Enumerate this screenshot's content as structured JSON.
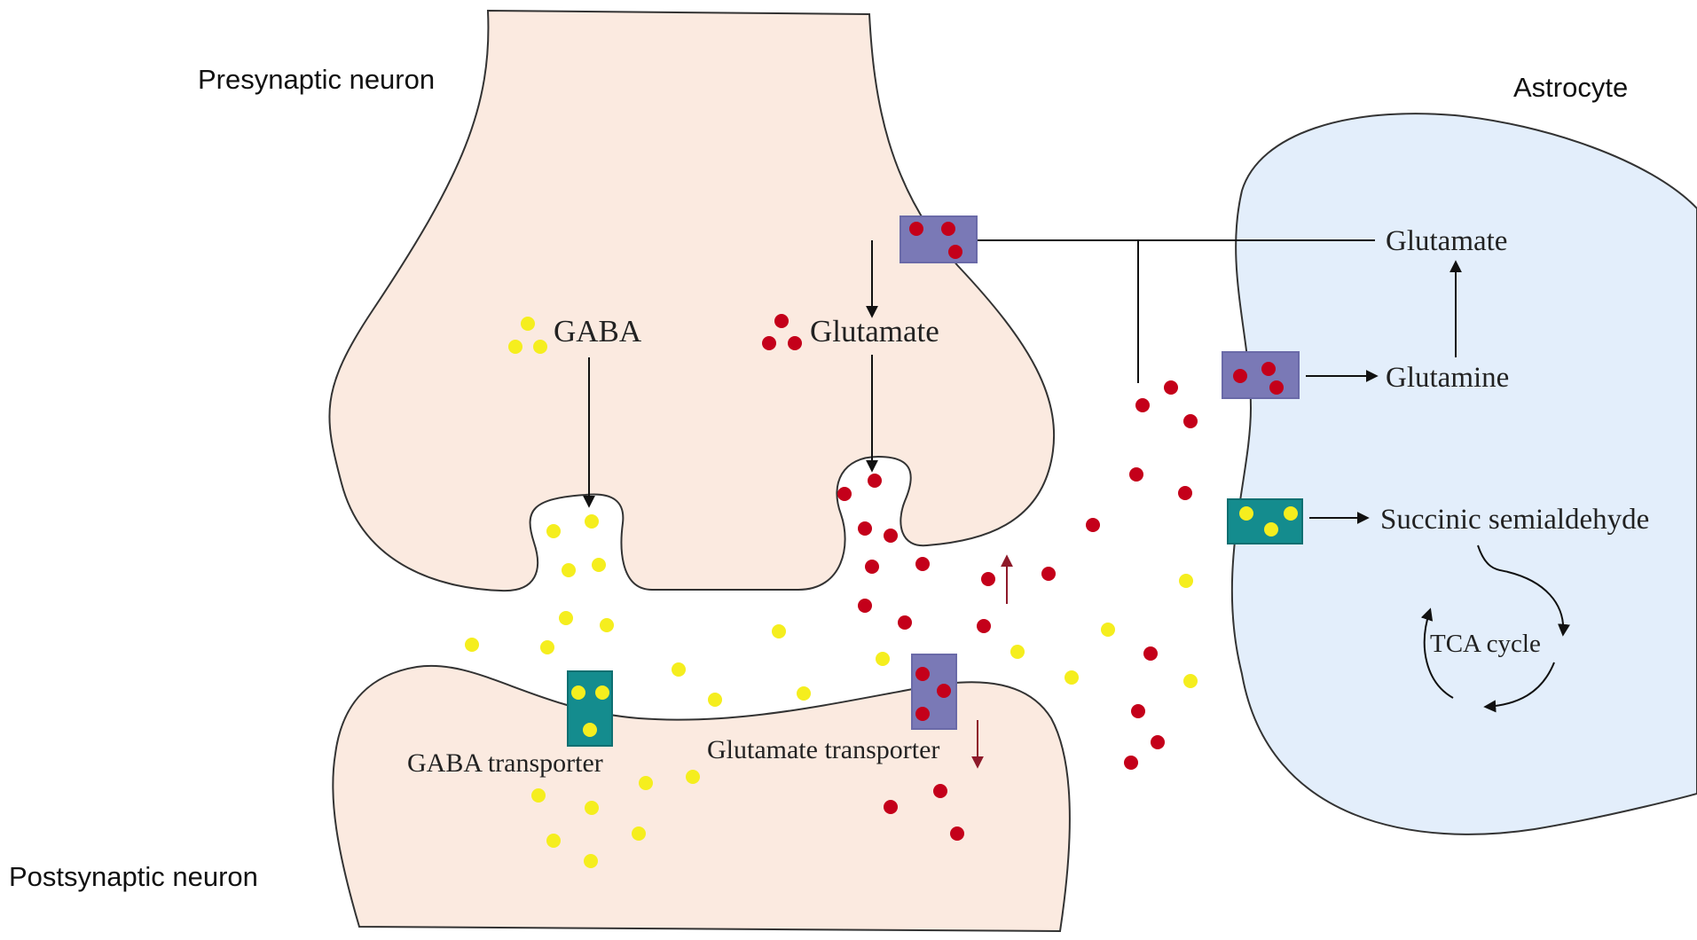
{
  "labels": {
    "presynaptic": "Presynaptic neuron",
    "postsynaptic": "Postsynaptic neuron",
    "astrocyte": "Astrocyte",
    "gaba": "GABA",
    "glutamate_pre": "Glutamate",
    "glutamate_astro": "Glutamate",
    "glutamine": "Glutamine",
    "succinic": "Succinic semialdehyde",
    "tca": "TCA cycle",
    "gaba_transporter": "GABA transporter",
    "glutamate_transporter": "Glutamate transporter"
  },
  "colors": {
    "neuron_fill": "#fbeae0",
    "astrocyte_fill": "#e3eefb",
    "glutamate_dot": "#c4001a",
    "gaba_dot": "#f5ee1e",
    "glutamate_transporter": "#7a79b6",
    "gaba_transporter": "#148c8e",
    "tca_text": "#a4283a",
    "up_down_arrows": "#8e1a2a"
  },
  "icons": {
    "glutamate_molecule": "red-dot",
    "gaba_molecule": "yellow-dot",
    "change_up": "red-up-arrow",
    "change_down": "red-down-arrow"
  }
}
